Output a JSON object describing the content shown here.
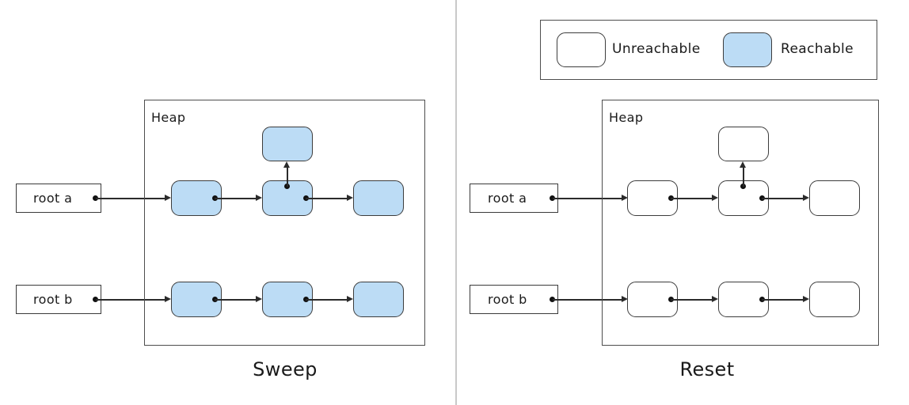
{
  "diagram": {
    "title_type": "garbage-collection-mark-sweep",
    "colors": {
      "reachable_fill": "#bcdcf5",
      "unreachable_fill": "#ffffff",
      "node_stroke": "#3c3c3c",
      "box_stroke": "#4d4d4d",
      "arrow": "#2b2b2b",
      "divider": "#c9c9c9",
      "background": "#ffffff"
    }
  },
  "legend": {
    "items": [
      {
        "label": "Unreachable",
        "state": "unreachable",
        "swatch_name": "legend-swatch-unreachable"
      },
      {
        "label": "Reachable",
        "state": "reachable",
        "swatch_name": "legend-swatch-reachable"
      }
    ]
  },
  "panels": [
    {
      "id": "sweep",
      "caption": "Sweep",
      "heap_label": "Heap",
      "roots": [
        {
          "label": "root a",
          "row": "top"
        },
        {
          "label": "root b",
          "row": "bottom"
        }
      ],
      "nodes": [
        {
          "id": "a1",
          "state": "reachable",
          "row": "top",
          "col": 1,
          "has_next_pointer": true
        },
        {
          "id": "a2",
          "state": "reachable",
          "row": "top",
          "col": 2,
          "has_next_pointer": true,
          "has_up_pointer": true
        },
        {
          "id": "a3",
          "state": "reachable",
          "row": "top",
          "col": 3,
          "has_next_pointer": false
        },
        {
          "id": "aup",
          "state": "reachable",
          "row": "above",
          "col": 2
        },
        {
          "id": "b1",
          "state": "reachable",
          "row": "bottom",
          "col": 1,
          "has_next_pointer": true
        },
        {
          "id": "b2",
          "state": "reachable",
          "row": "bottom",
          "col": 2,
          "has_next_pointer": true
        },
        {
          "id": "b3",
          "state": "reachable",
          "row": "bottom",
          "col": 3,
          "has_next_pointer": false
        }
      ]
    },
    {
      "id": "reset",
      "caption": "Reset",
      "heap_label": "Heap",
      "roots": [
        {
          "label": "root a",
          "row": "top"
        },
        {
          "label": "root b",
          "row": "bottom"
        }
      ],
      "nodes": [
        {
          "id": "a1",
          "state": "unreachable",
          "row": "top",
          "col": 1,
          "has_next_pointer": true
        },
        {
          "id": "a2",
          "state": "unreachable",
          "row": "top",
          "col": 2,
          "has_next_pointer": true,
          "has_up_pointer": true
        },
        {
          "id": "a3",
          "state": "unreachable",
          "row": "top",
          "col": 3,
          "has_next_pointer": false
        },
        {
          "id": "aup",
          "state": "unreachable",
          "row": "above",
          "col": 2
        },
        {
          "id": "b1",
          "state": "unreachable",
          "row": "bottom",
          "col": 1,
          "has_next_pointer": true
        },
        {
          "id": "b2",
          "state": "unreachable",
          "row": "bottom",
          "col": 2,
          "has_next_pointer": true
        },
        {
          "id": "b3",
          "state": "unreachable",
          "row": "bottom",
          "col": 3,
          "has_next_pointer": false
        }
      ]
    }
  ]
}
